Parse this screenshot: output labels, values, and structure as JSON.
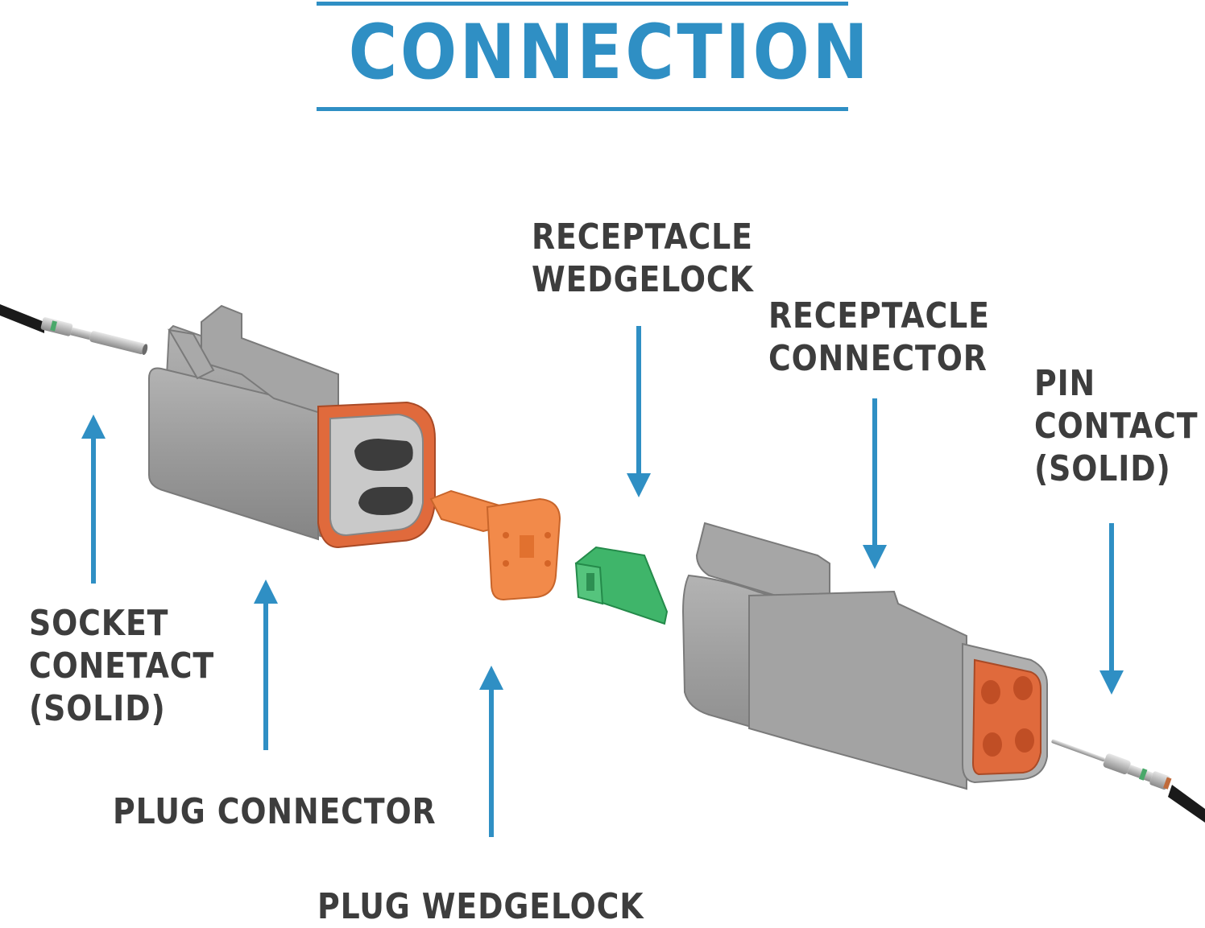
{
  "title": "CONNECTION",
  "colors": {
    "accent": "#2f8fc4",
    "label_text": "#3d3d3d",
    "connector_gray": "#9e9e9e",
    "seal_orange": "#e06a3c",
    "plug_wedgelock_orange": "#f28a4a",
    "receptacle_wedgelock_green": "#3fb56a"
  },
  "labels": {
    "receptacle_wedgelock": [
      "RECEPTACLE",
      "WEDGELOCK"
    ],
    "receptacle_connector": [
      "RECEPTACLE",
      "CONNECTOR"
    ],
    "pin_contact": [
      "PIN",
      "CONTACT",
      "(SOLID)"
    ],
    "socket_contact": [
      "SOCKET",
      "CONETACT",
      "(SOLID)"
    ],
    "plug_connector": "PLUG CONNECTOR",
    "plug_wedgelock": "PLUG WEDGELOCK"
  },
  "icons": [
    "arrow-up-icon",
    "arrow-down-icon"
  ]
}
